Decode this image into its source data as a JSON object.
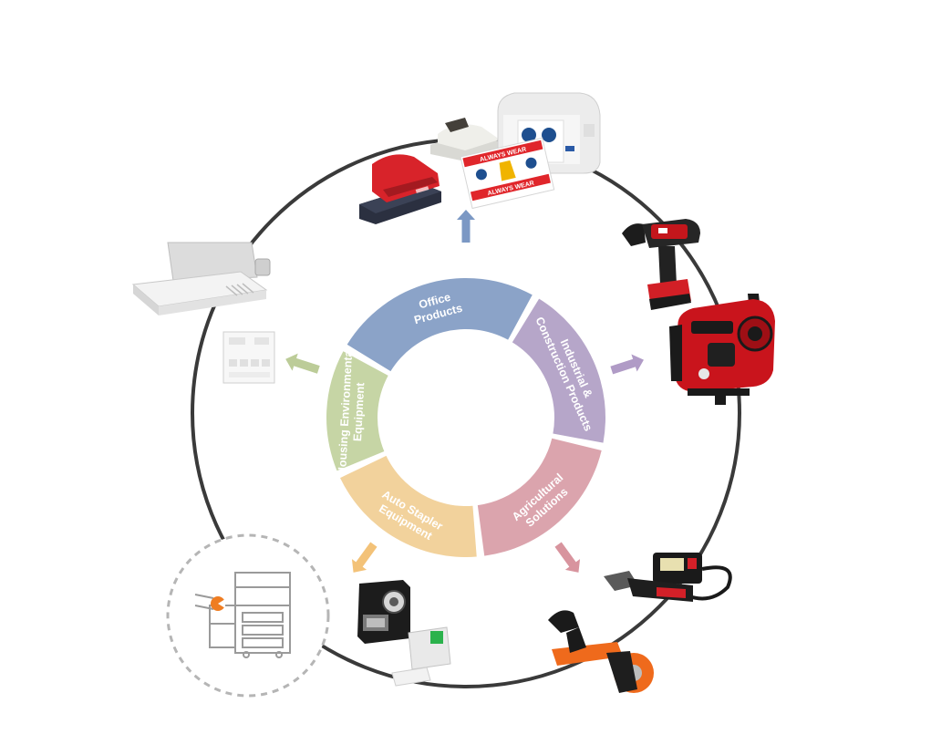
{
  "segments": [
    {
      "id": "office",
      "lines": [
        "Office",
        "Products"
      ],
      "color": "#8ba3c8"
    },
    {
      "id": "industrial",
      "lines": [
        "Industrial &",
        "Construction Products"
      ],
      "color": "#b6a6c9"
    },
    {
      "id": "agricultural",
      "lines": [
        "Agricultural",
        "Solutions"
      ],
      "color": "#dba4ad"
    },
    {
      "id": "stapler",
      "lines": [
        "Auto Stapler",
        "Equipment"
      ],
      "color": "#f2d29c"
    },
    {
      "id": "housing",
      "lines": [
        "Housing Environmental",
        "Equipment"
      ],
      "color": "#c6d5a5"
    }
  ],
  "arrow_colors": {
    "office": "#7b98c4",
    "industrial": "#b09bc6",
    "agricultural": "#d8949e",
    "stapler": "#f3c278",
    "housing": "#bccc98"
  },
  "label_printer_signs": [
    "ALWAYS WEAR",
    "ALWAYS WEAR"
  ],
  "outer_ring_color": "#3a3a3a"
}
